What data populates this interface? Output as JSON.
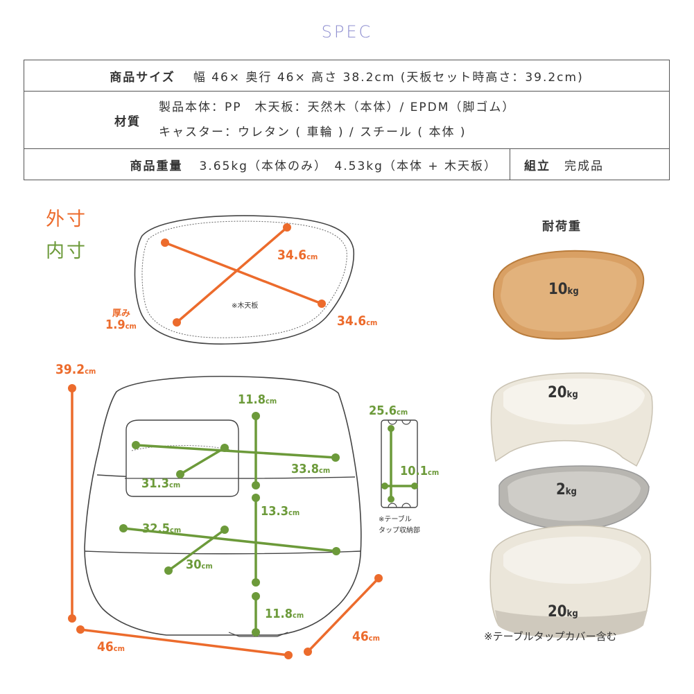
{
  "header": {
    "title": "SPEC"
  },
  "spec_table": {
    "size": {
      "label": "商品サイズ",
      "value": "幅 46× 奥行 46× 高さ 38.2cm (天板セット時高さ：39.2cm)"
    },
    "material": {
      "label": "材質",
      "line1": "製品本体：PP　木天板：天然木（本体）/ EPDM（脚ゴム）",
      "line2": "キャスター：ウレタン ( 車輪 ) / スチール ( 本体 )"
    },
    "weight": {
      "label": "商品重量",
      "value": "3.65kg（本体のみ）　4.53kg（本体 + 木天板）"
    },
    "assembly": {
      "label": "組立",
      "value": "完成品"
    }
  },
  "legend": {
    "outer": "外寸",
    "inner": "内寸"
  },
  "colors": {
    "outer": "#ec6b2c",
    "inner": "#6c9a3a",
    "accent": "#8f8fd0",
    "line": "#444444"
  },
  "top_board": {
    "dim_a": "34.6",
    "dim_b": "34.6",
    "unit": "cm",
    "thickness_label": "厚み",
    "thickness_value": "1.9",
    "caption": "※木天板"
  },
  "body": {
    "height": "39.2",
    "width": "46",
    "depth": "46",
    "unit": "cm",
    "inner_top_height": "11.8",
    "inner_middle_height": "13.3",
    "inner_bottom_height": "11.8",
    "upper_diag": "33.8",
    "upper_short": "31.3",
    "lower_diag": "32.5",
    "lower_short": "30"
  },
  "tap_storage": {
    "width": "25.6",
    "height": "10.1",
    "unit": "cm",
    "caption1": "※テーブル",
    "caption2": "タップ収納部"
  },
  "load_capacity": {
    "title": "耐荷重",
    "wood_top": "10",
    "lid": "20",
    "tray": "2",
    "base": "20",
    "unit": "kg",
    "note": "※テーブルタップカバー含む"
  }
}
